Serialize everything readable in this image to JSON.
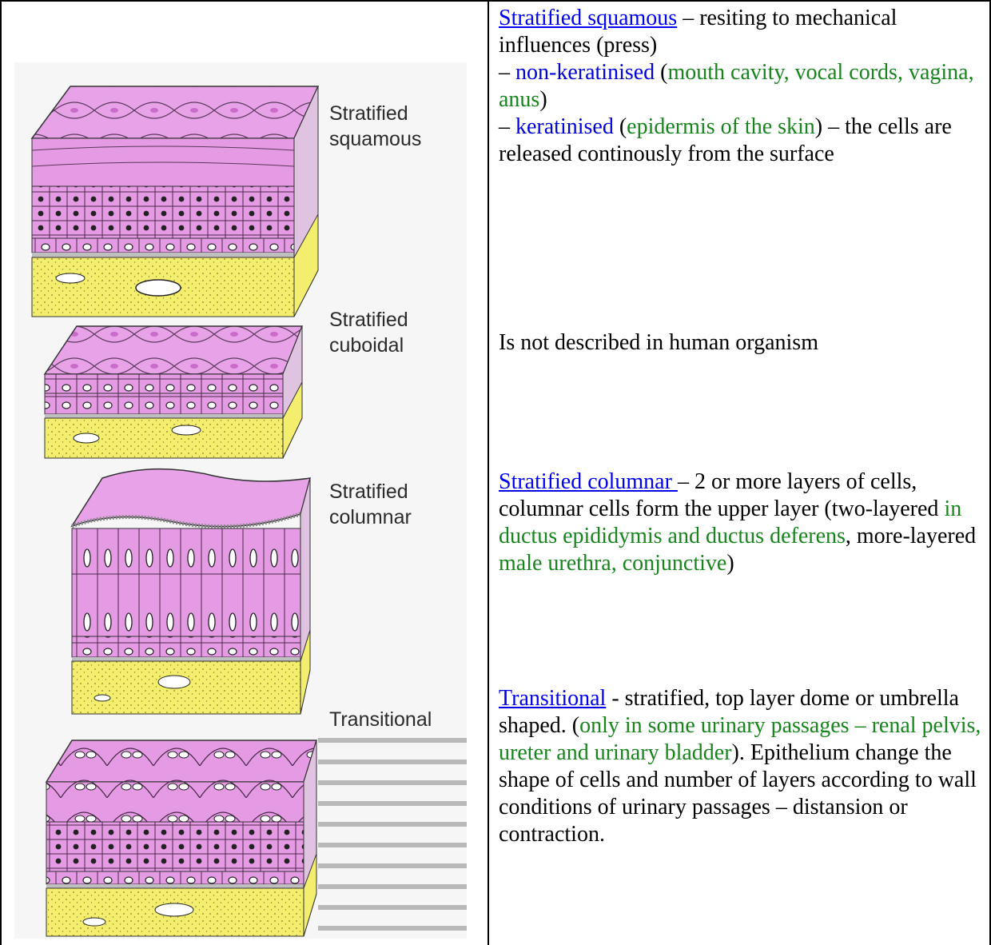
{
  "figure": {
    "labels": {
      "squamous": [
        "Stratified",
        "squamous"
      ],
      "cuboidal": [
        "Stratified",
        "cuboidal"
      ],
      "columnar": [
        "Stratified",
        "columnar"
      ],
      "transitional": [
        "Transitional"
      ]
    }
  },
  "rows": {
    "squamous": {
      "link": "Stratified squamous",
      "t1": " – resiting to mechanical influences (press)",
      "t2": "– ",
      "nonk": "non-keratinised",
      "t3": " (",
      "nonk_loc": "mouth cavity, vocal cords, vagina, anus",
      "t4": ")",
      "t5": "– ",
      "ker": "keratinised",
      "t6": " (",
      "ker_loc": "epidermis of the skin",
      "t7": ") – the cells are released continously from the surface"
    },
    "cuboidal": {
      "text": "Is not described in human organism"
    },
    "columnar": {
      "link": "Stratified columnar ",
      "t1": "– 2 or more layers of cells, columnar cells form the upper layer (two-layered ",
      "g1": "in ductus epididymis and ductus deferens",
      "t2": ", more-layered ",
      "g2": "male urethra, conjunctive",
      "t3": ")"
    },
    "transitional": {
      "link": "Transitional",
      "t1": " - stratified, top layer dome or umbrella shaped. (",
      "g1": "only in some urinary passages – renal  pelvis, ureter and urinary bladder",
      "t2": "). Epithelium change the shape of cells and number of layers according to wall conditions of urinary passages – distansion or contraction."
    }
  },
  "colors": {
    "link": "#0000ee",
    "term": "#0000d8",
    "location": "#17841c",
    "cell": "#e59ae4",
    "tissue": "#f3ee6e"
  }
}
